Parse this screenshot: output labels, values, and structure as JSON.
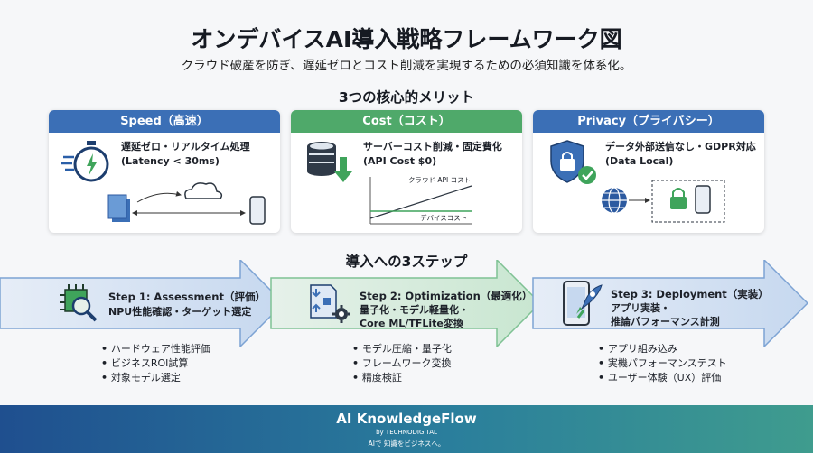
{
  "header": {
    "title": "オンデバイスAI導入戦略フレームワーク図",
    "subtitle": "クラウド破産を防ぎ、遅延ゼロとコスト削減を実現するための必須知識を体系化。"
  },
  "merits": {
    "heading": "3つの核心的メリット",
    "cards": [
      {
        "title": "Speed（高速）",
        "color": "#3b6fb6",
        "icon": "stopwatch-icon",
        "line1": "遅延ゼロ・リアルタイム処理",
        "line2": "(Latency < 30ms)"
      },
      {
        "title": "Cost（コスト）",
        "color": "#4fa96a",
        "icon": "coin-stack-icon",
        "line1": "サーバーコスト削減・固定費化",
        "line2": "(API Cost $0)",
        "chart_label_top": "クラウド API コスト",
        "chart_label_bottom": "デバイスコスト"
      },
      {
        "title": "Privacy（プライバシー）",
        "color": "#3b6fb6",
        "icon": "shield-lock-icon",
        "line1": "データ外部送信なし・GDPR対応",
        "line2": "(Data Local)"
      }
    ]
  },
  "steps": {
    "heading": "導入への3ステップ",
    "items": [
      {
        "title": "Step 1: Assessment（評価）",
        "sub1": "NPU性能確認・ターゲット選定",
        "sub2": "",
        "icon": "chip-magnifier-icon",
        "bullets": [
          "ハードウェア性能評価",
          "ビジネスROI試算",
          "対象モデル選定"
        ]
      },
      {
        "title": "Step 2: Optimization（最適化）",
        "sub1": "量子化・モデル軽量化・",
        "sub2": "Core ML/TFLite変換",
        "icon": "compress-gear-icon",
        "bullets": [
          "モデル圧縮・量子化",
          "フレームワーク変換",
          "精度検証"
        ]
      },
      {
        "title": "Step 3: Deployment（実装）",
        "sub1": "アプリ実装・",
        "sub2": "推論パフォーマンス計測",
        "icon": "phone-rocket-icon",
        "bullets": [
          "アプリ組み込み",
          "実機パフォーマンステスト",
          "ユーザー体験（UX）評価"
        ]
      }
    ]
  },
  "footer": {
    "brand": "AI KnowledgeFlow",
    "by": "by TECHNODIGITAL",
    "tagline": "AIで 知識をビジネスへ。"
  }
}
